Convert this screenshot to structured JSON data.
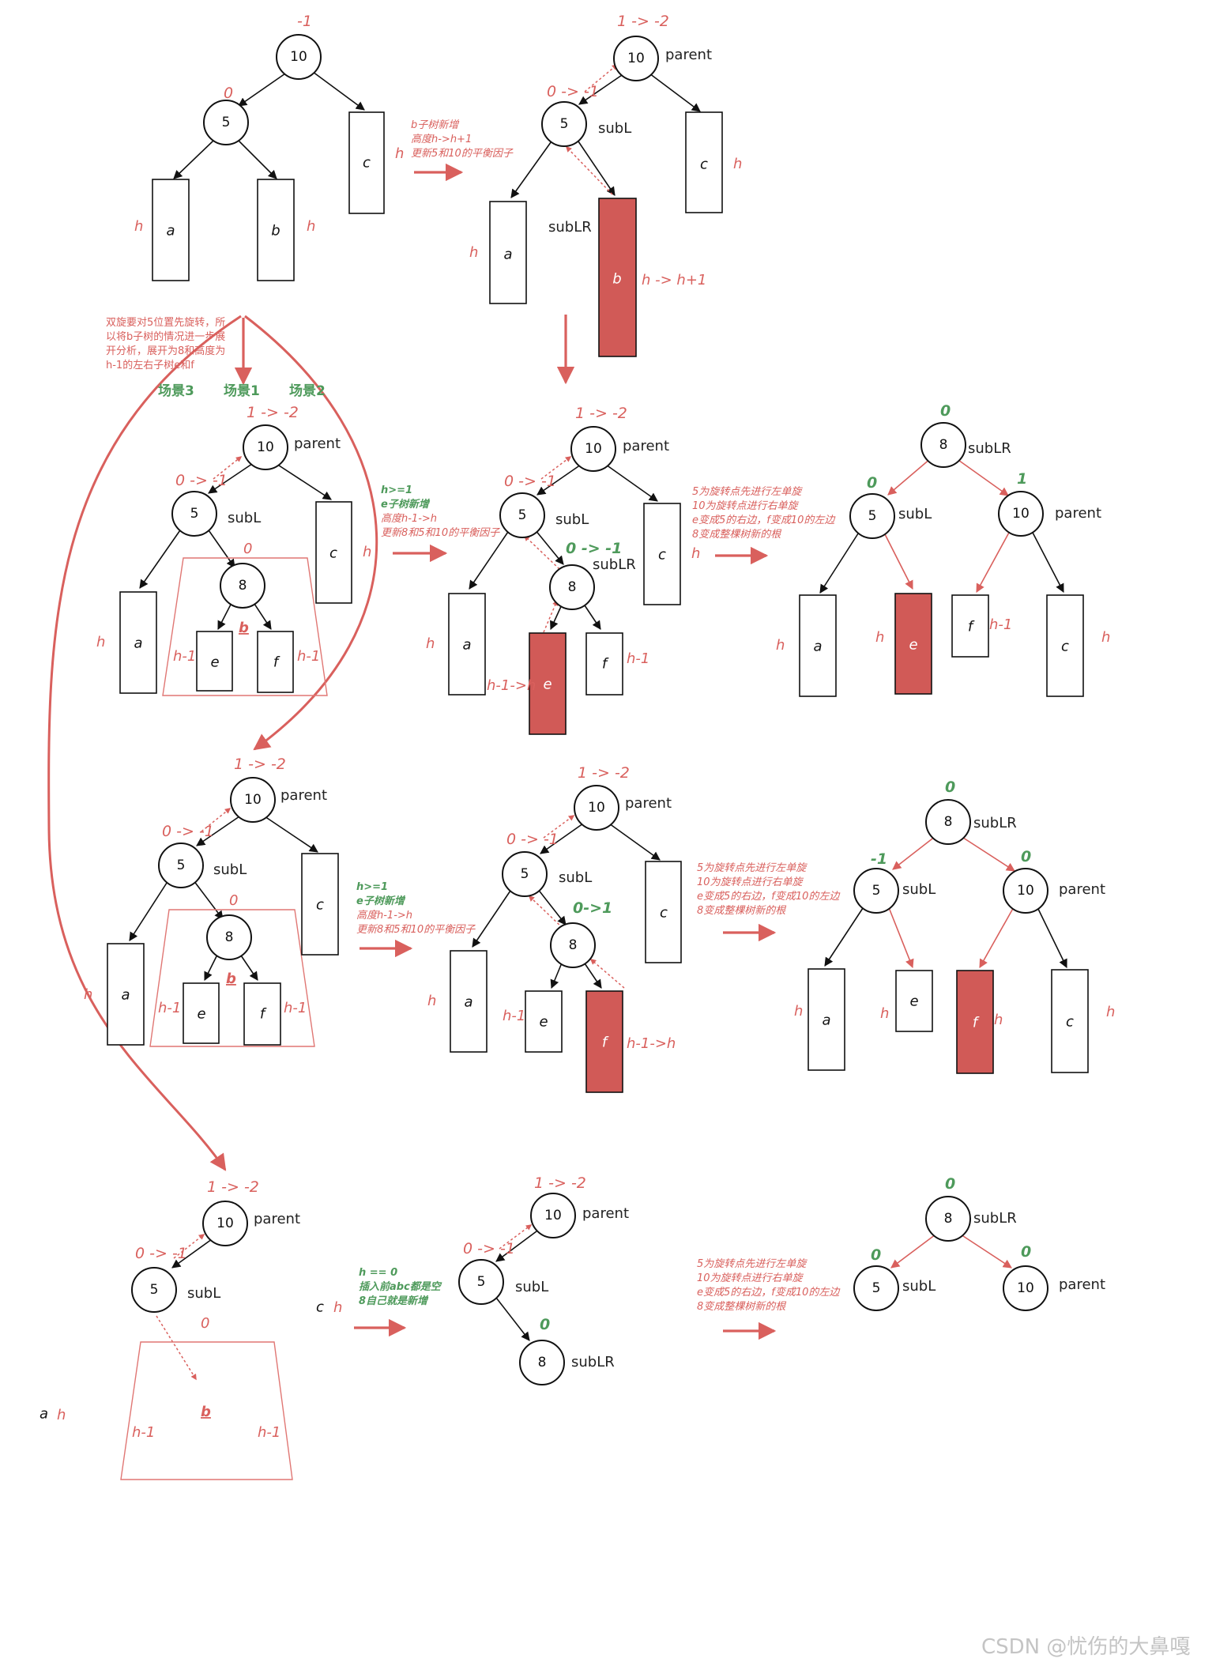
{
  "labels": {
    "parent": "parent",
    "subL": "subL",
    "subLR": "subLR"
  },
  "row1": {
    "left_root_bf": "-1",
    "left_5_bf": "0",
    "arrow_note": [
      "b子树新增",
      "高度h->h+1",
      "更新5和10的平衡因子"
    ],
    "right_root_bf": "1 -> -2",
    "right_5_bf": "0 -> -1",
    "b_height": "h -> h+1"
  },
  "analysis_note": [
    "双旋要对5位置先旋转，所",
    "以将b子树的情况进一步展",
    "开分析，展开为8和高度为",
    "h-1的左右子树e和f"
  ],
  "scenes": [
    "场景3",
    "场景1",
    "场景2"
  ],
  "scene1": {
    "root_bf": "1 -> -2",
    "five_bf": "0 -> -1",
    "eight_bf": "0",
    "note": [
      "h>=1",
      "e子树新增",
      "高度h-1->h",
      "更新8和5和10的平衡因子"
    ],
    "mid_eight_bf": "0 -> -1",
    "e_height": "h-1->h",
    "rot_note": [
      "5为旋转点先进行左单旋",
      "10为旋转点进行右单旋",
      "e变成5的右边，f变成10的左边",
      "8变成整棵树新的根"
    ],
    "res_root_bf": "0",
    "res_left_bf": "0",
    "res_right_bf": "1"
  },
  "scene2": {
    "root_bf": "1 -> -2",
    "five_bf": "0 -> -1",
    "eight_bf": "0",
    "note": [
      "h>=1",
      "e子树新增",
      "高度h-1->h",
      "更新8和5和10的平衡因子"
    ],
    "mid_eight_bf": "0->1",
    "f_height": "h-1->h",
    "rot_note": [
      "5为旋转点先进行左单旋",
      "10为旋转点进行右单旋",
      "e变成5的右边，f变成10的左边",
      "8变成整棵树新的根"
    ],
    "res_root_bf": "0",
    "res_left_bf": "-1",
    "res_right_bf": "0"
  },
  "scene3": {
    "root_bf": "1 -> -2",
    "five_bf": "0 -> -1",
    "b_bf": "0",
    "note": [
      "h == 0",
      "插入前abc都是空",
      "8自己就是新增"
    ],
    "mid_eight_bf": "0",
    "rot_note": [
      "5为旋转点先进行左单旋",
      "10为旋转点进行右单旋",
      "e变成5的右边，f变成10的左边",
      "8变成整棵树新的根"
    ],
    "res_root_bf": "0",
    "res_left_bf": "0",
    "res_right_bf": "0"
  },
  "heights": {
    "h": "h",
    "hm1": "h-1"
  },
  "letters": {
    "a": "a",
    "b": "b",
    "c": "c",
    "e": "e",
    "f": "f"
  },
  "nodes": {
    "n10": "10",
    "n5": "5",
    "n8": "8"
  },
  "watermark": "CSDN @忧伤的大鼻嘎"
}
